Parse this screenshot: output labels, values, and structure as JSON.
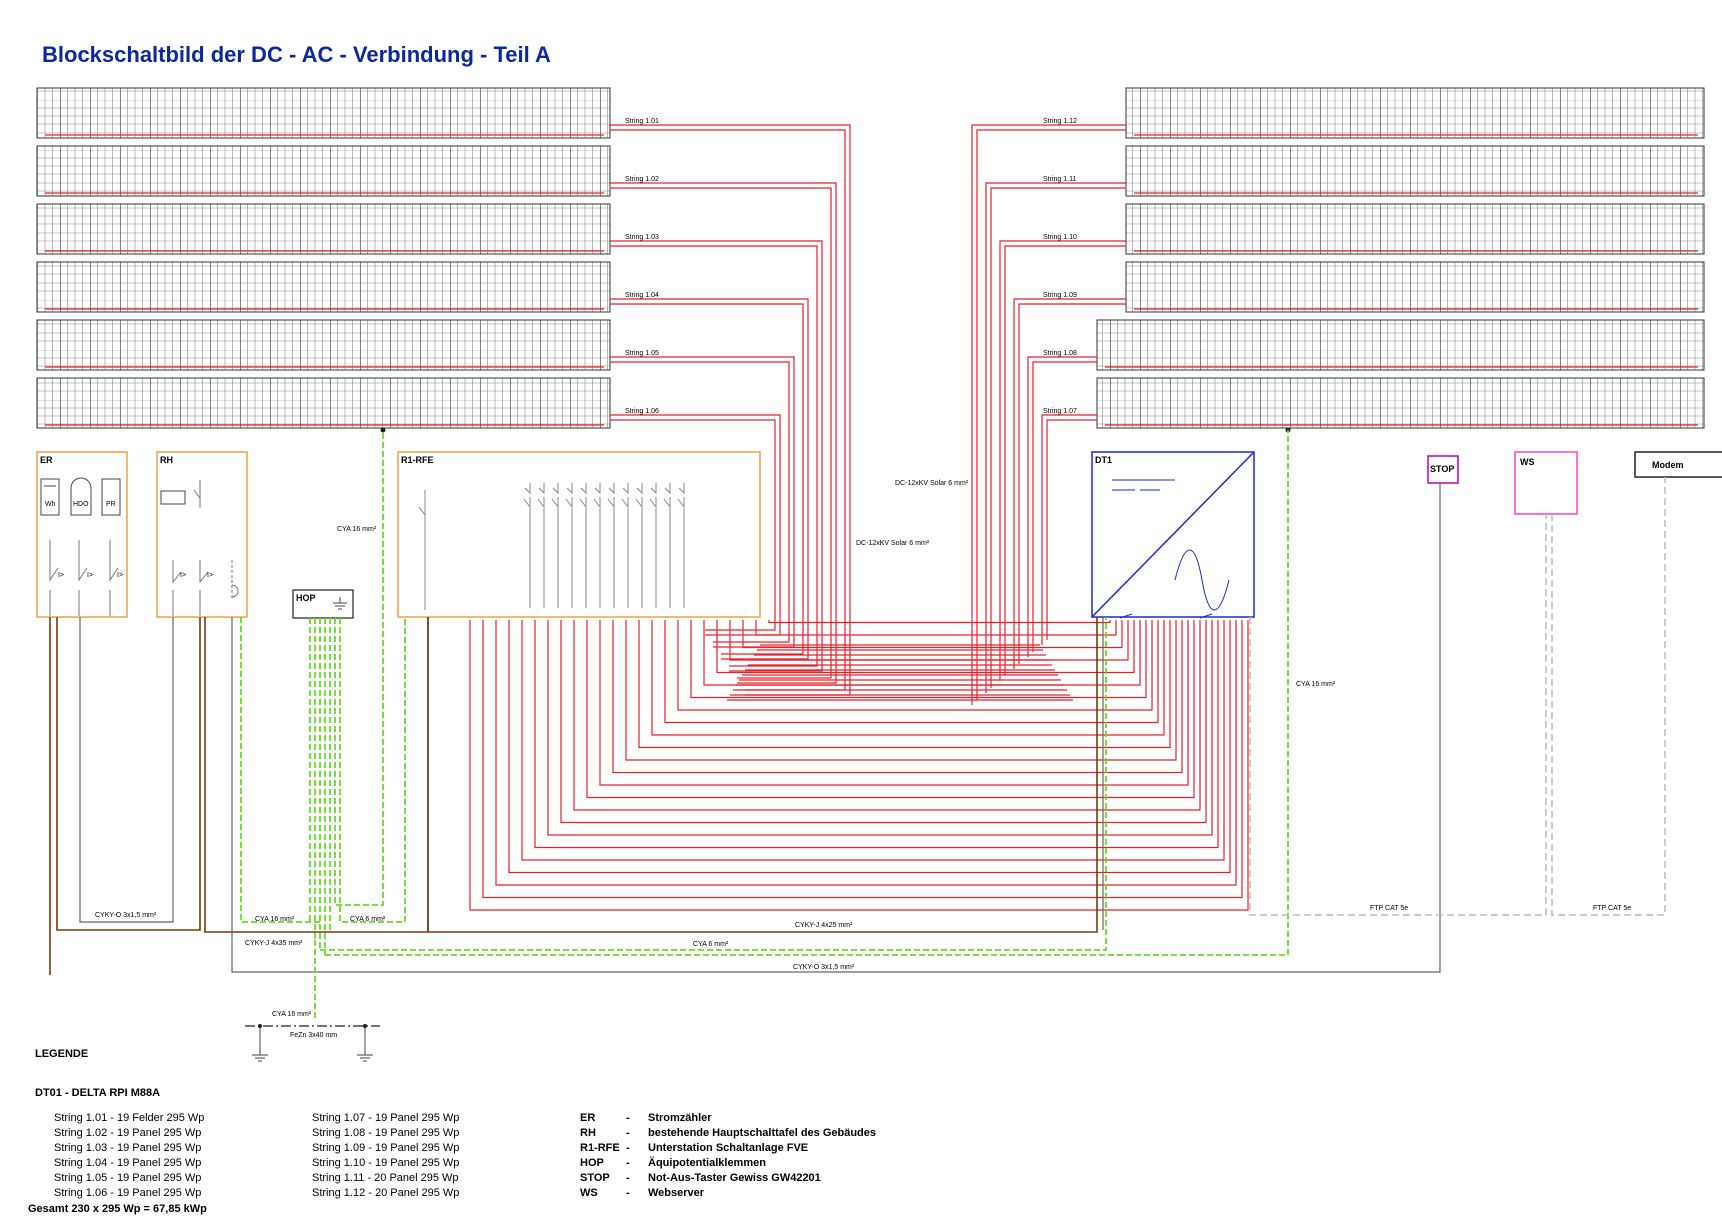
{
  "title": "Blockschaltbild der DC - AC - Verbindung - Teil A",
  "strings_left": [
    "String 1.01",
    "String 1.02",
    "String 1.03",
    "String 1.04",
    "String 1.05",
    "String 1.06"
  ],
  "strings_right": [
    "String 1.12",
    "String 1.11",
    "String 1.10",
    "String 1.09",
    "String 1.08",
    "String 1.07"
  ],
  "boxes": {
    "er": "ER",
    "rh": "RH",
    "r1rfe": "R1-RFE",
    "hop": "HOP",
    "dt1": "DT1",
    "stop": "STOP",
    "ws": "WS",
    "modem": "Modem"
  },
  "er_devices": [
    "Wh",
    "HDO",
    "PR"
  ],
  "cable_labels": {
    "cya16_a": "CYA 16 mm²",
    "dc_solar_1": "DC-12xKV Solar 6 mm²",
    "dc_solar_2": "DC-12xKV Solar 6 mm²",
    "cya16_right": "CYA 16 mm²",
    "cyky_o_left": "CYKY-O 3x1,5 mm²",
    "cya16_b": "CYA 16 mm²",
    "cya6_a": "CYA 6 mm²",
    "cyky_j_4x35": "CYKY-J 4x35 mm²",
    "cyky_j_4x25": "CYKY-J 4x25 mm²",
    "cya6_b": "CYA 6 mm²",
    "cyky_o_bottom": "CYKY-O 3x1,5 mm²",
    "ftp1": "FTP CAT 5e",
    "ftp2": "FTP CAT 5e",
    "cya16_ground": "CYA 16 mm²",
    "fezn": "FeZn 3x40 mm"
  },
  "legend": {
    "heading": "LEGENDE",
    "inverter": "DT01 - DELTA RPI M88A",
    "strings_col1": [
      "String 1.01 - 19 Felder 295 Wp",
      "String 1.02 - 19 Panel 295 Wp",
      "String 1.03 - 19 Panel 295 Wp",
      "String 1.04 - 19 Panel 295 Wp",
      "String 1.05 - 19 Panel 295 Wp",
      "String 1.06 - 19 Panel 295 Wp"
    ],
    "strings_col2": [
      "String 1.07 - 19 Panel 295 Wp",
      "String 1.08 - 19 Panel 295 Wp",
      "String 1.09 - 19 Panel 295 Wp",
      "String 1.10 - 19 Panel 295 Wp",
      "String 1.11 - 20 Panel 295 Wp",
      "String 1.12 - 20 Panel 295 Wp"
    ],
    "total": "Gesamt 230 x 295 Wp = 67,85 kWp",
    "abbreviations": [
      {
        "code": "ER",
        "dash": "-",
        "text": "Stromzähler"
      },
      {
        "code": "RH",
        "dash": "-",
        "text": "bestehende Hauptschalttafel des Gebäudes"
      },
      {
        "code": "R1-RFE",
        "dash": "-",
        "text": "Unterstation Schaltanlage FVE"
      },
      {
        "code": "HOP",
        "dash": "-",
        "text": "Äquipotentialklemmen"
      },
      {
        "code": "STOP",
        "dash": "-",
        "text": "Not-Aus-Taster Gewiss GW42201"
      },
      {
        "code": "WS",
        "dash": "-",
        "text": "Webserver"
      }
    ]
  },
  "colors": {
    "title": "#0a28a0",
    "dc_string": "#e8202a",
    "ground": "#66dd22",
    "power_cable": "#7a3a10",
    "control_cable": "#555555",
    "box_orange": "#f0a040",
    "box_blue": "#1a2ad0",
    "box_magenta": "#c000c0",
    "box_pink": "#ff40c0",
    "data_cable": "#bbbbbb"
  }
}
